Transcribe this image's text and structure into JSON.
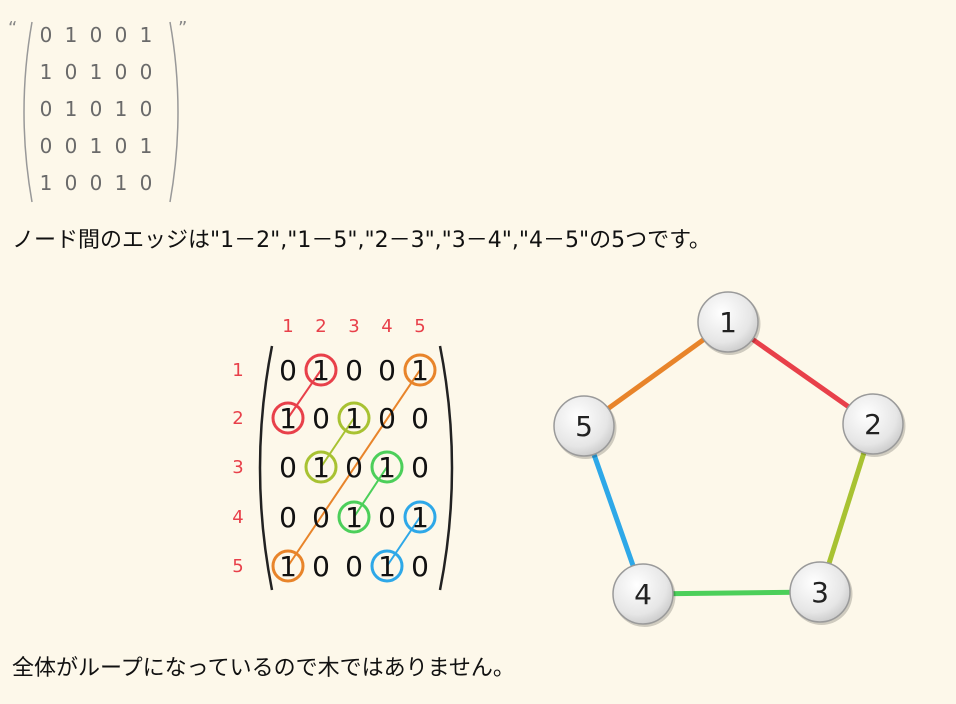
{
  "small_matrix": {
    "open_quote": "“",
    "close_quote": "”",
    "rows": [
      [
        "0",
        "1",
        "0",
        "0",
        "1"
      ],
      [
        "1",
        "0",
        "1",
        "0",
        "0"
      ],
      [
        "0",
        "1",
        "0",
        "1",
        "0"
      ],
      [
        "0",
        "0",
        "1",
        "0",
        "1"
      ],
      [
        "1",
        "0",
        "0",
        "1",
        "0"
      ]
    ]
  },
  "text": {
    "line1": "ノード間のエッジは\"1－2\",\"1－5\",\"2－3\",\"3－4\",\"4－5\"の5つです。",
    "line2": "全体がループになっているので木ではありません。"
  },
  "big_matrix": {
    "col_labels": [
      "1",
      "2",
      "3",
      "4",
      "5"
    ],
    "row_labels": [
      "1",
      "2",
      "3",
      "4",
      "5"
    ],
    "rows": [
      [
        "0",
        "1",
        "0",
        "0",
        "1"
      ],
      [
        "1",
        "0",
        "1",
        "0",
        "0"
      ],
      [
        "0",
        "1",
        "0",
        "1",
        "0"
      ],
      [
        "0",
        "0",
        "1",
        "0",
        "1"
      ],
      [
        "1",
        "0",
        "0",
        "1",
        "0"
      ]
    ],
    "highlights": [
      {
        "cells": [
          [
            0,
            1
          ],
          [
            1,
            0
          ]
        ],
        "color": "#e8404a"
      },
      {
        "cells": [
          [
            1,
            2
          ],
          [
            2,
            1
          ]
        ],
        "color": "#a8c232"
      },
      {
        "cells": [
          [
            2,
            3
          ],
          [
            3,
            2
          ]
        ],
        "color": "#4ccf5a"
      },
      {
        "cells": [
          [
            3,
            4
          ],
          [
            4,
            3
          ]
        ],
        "color": "#2ea8e8"
      },
      {
        "cells": [
          [
            0,
            4
          ],
          [
            4,
            0
          ]
        ],
        "color": "#e8842a"
      }
    ],
    "label_color": "#e8404a"
  },
  "graph": {
    "nodes": [
      {
        "id": "1",
        "label": "1"
      },
      {
        "id": "2",
        "label": "2"
      },
      {
        "id": "3",
        "label": "3"
      },
      {
        "id": "4",
        "label": "4"
      },
      {
        "id": "5",
        "label": "5"
      }
    ],
    "edges": [
      {
        "from": "1",
        "to": "2",
        "color": "#e8404a"
      },
      {
        "from": "2",
        "to": "3",
        "color": "#a8c232"
      },
      {
        "from": "3",
        "to": "4",
        "color": "#4ccf5a"
      },
      {
        "from": "4",
        "to": "5",
        "color": "#2ea8e8"
      },
      {
        "from": "5",
        "to": "1",
        "color": "#e8842a"
      }
    ]
  }
}
